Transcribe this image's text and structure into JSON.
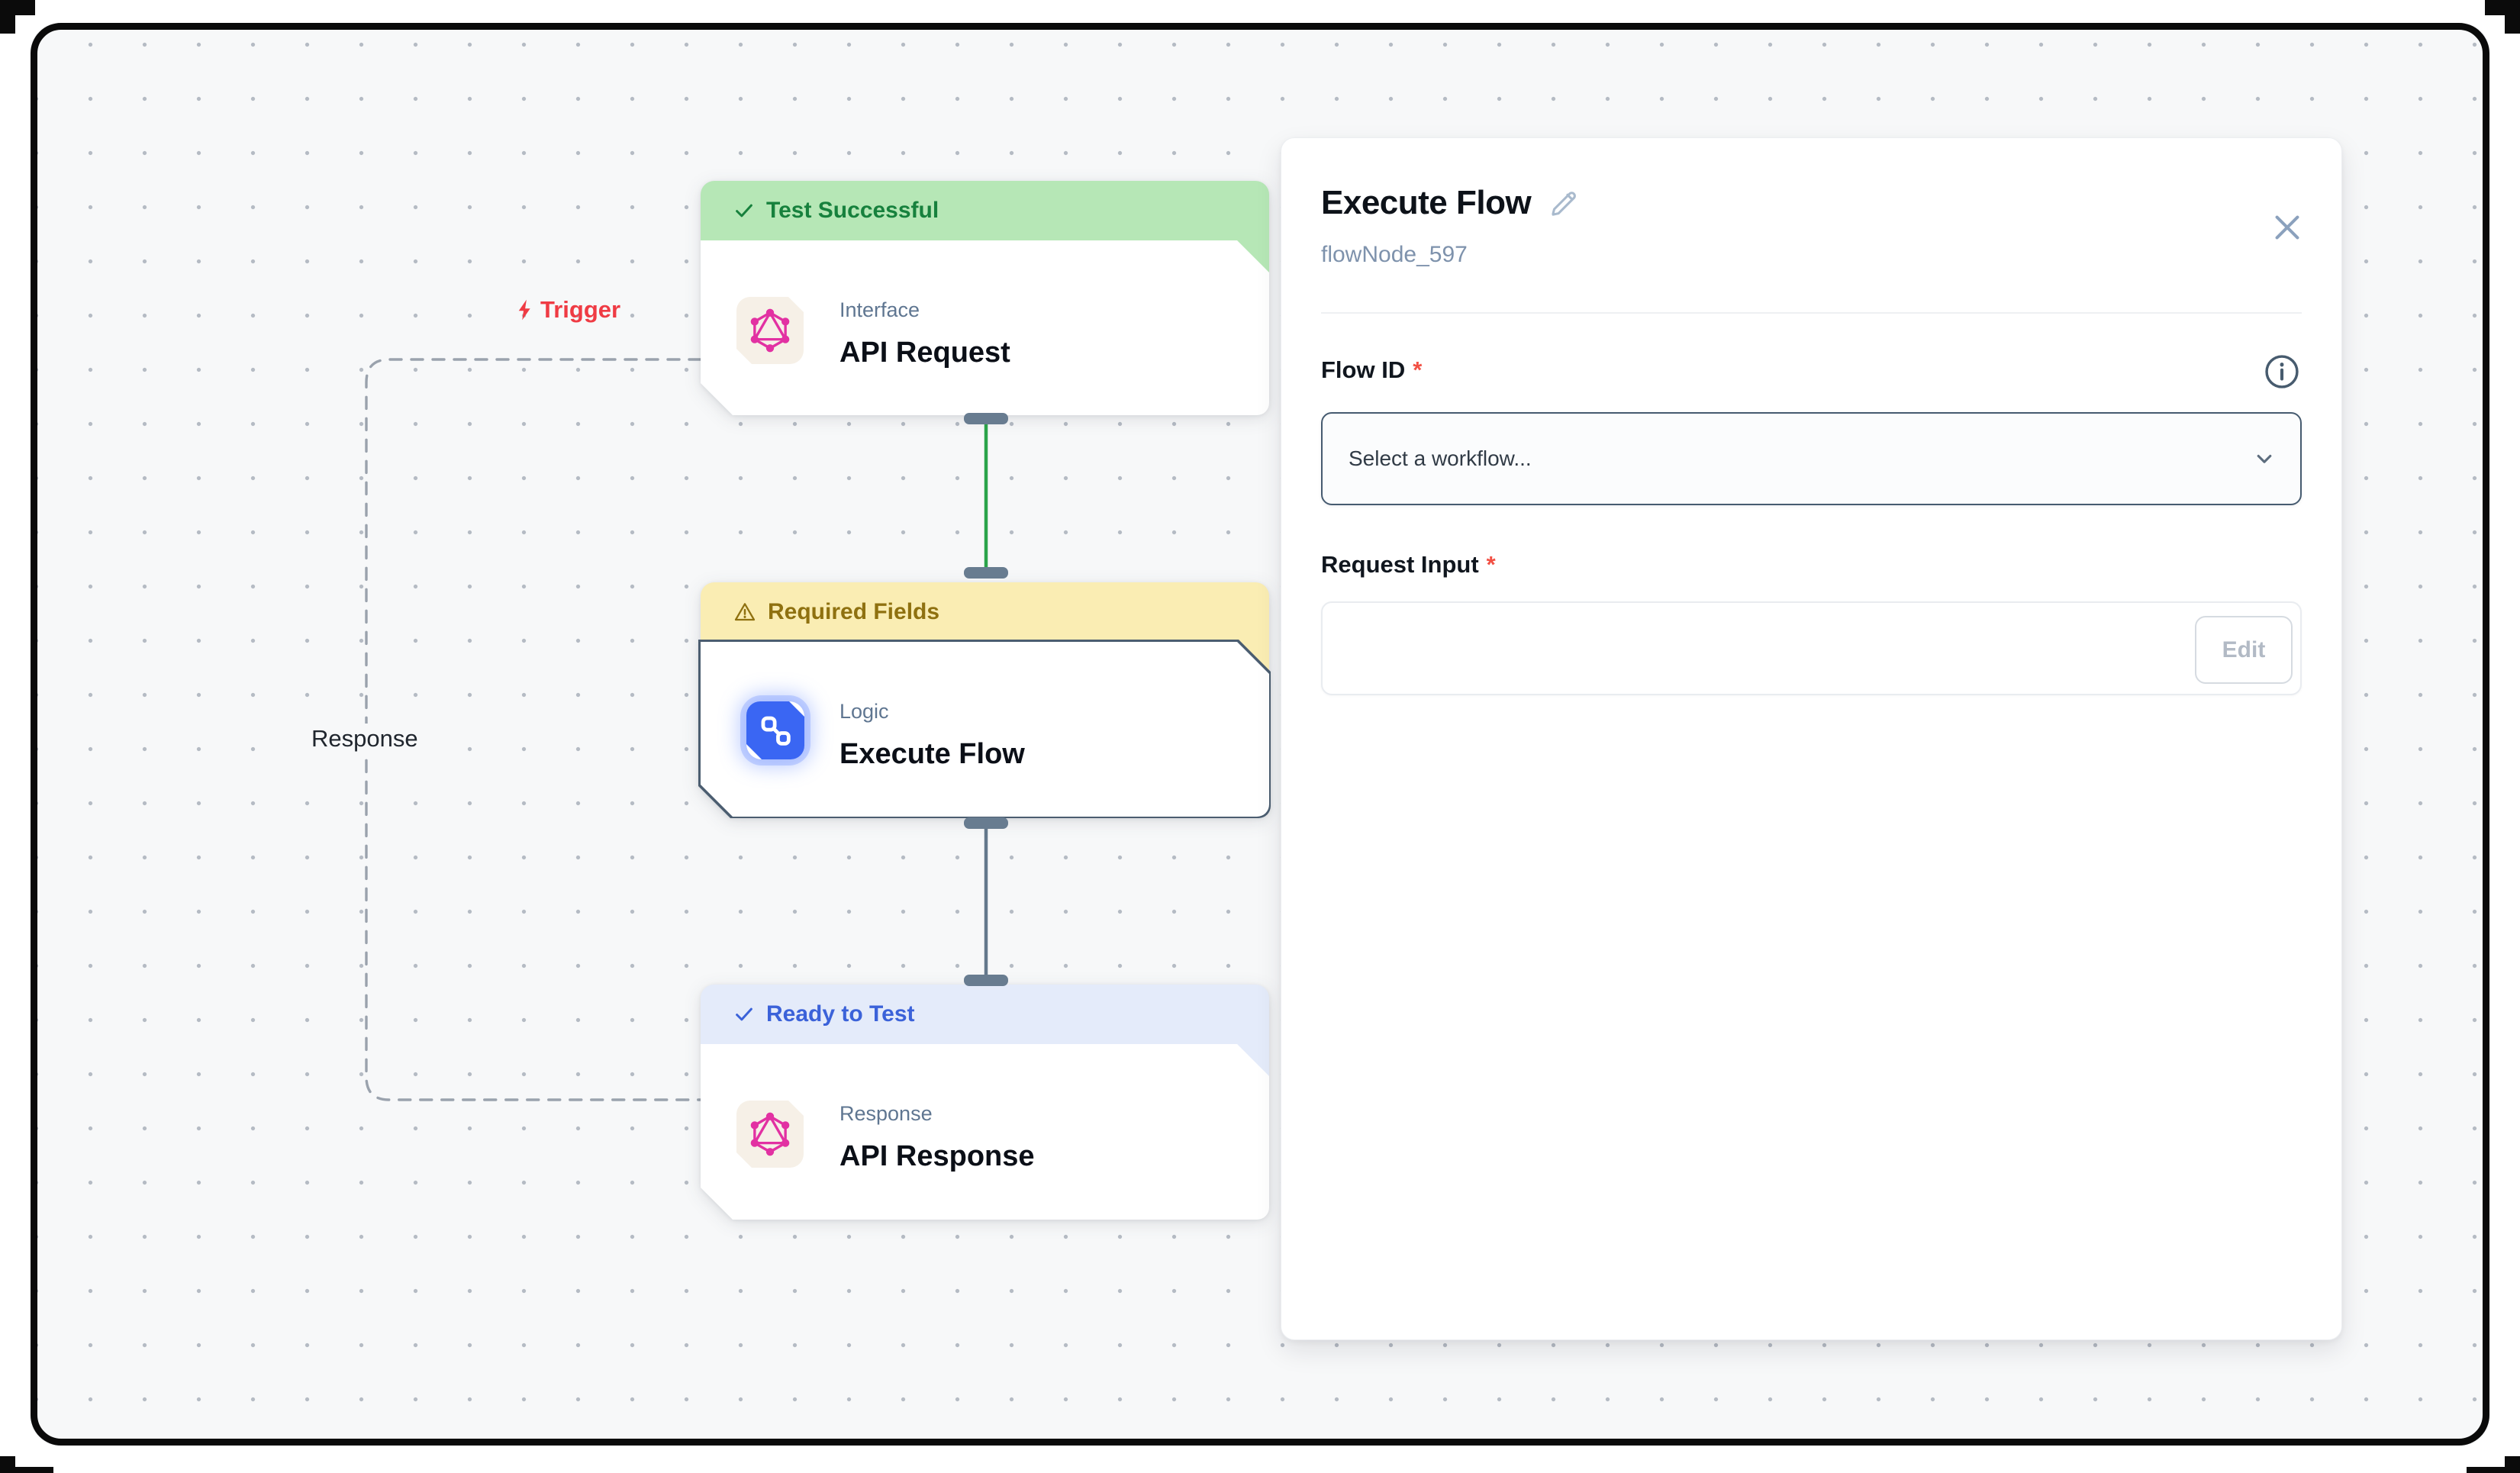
{
  "canvas": {
    "nodes": [
      {
        "status": "Test Successful",
        "category": "Interface",
        "name": "API Request",
        "icon": "graphql-icon"
      },
      {
        "status": "Required Fields",
        "category": "Logic",
        "name": "Execute Flow",
        "icon": "workflow-icon"
      },
      {
        "status": "Ready to Test",
        "category": "Response",
        "name": "API Response",
        "icon": "graphql-icon"
      }
    ],
    "edge_labels": {
      "trigger": "Trigger",
      "response": "Response"
    }
  },
  "panel": {
    "title": "Execute Flow",
    "node_id": "flowNode_597",
    "flow_id": {
      "label": "Flow ID",
      "required_mark": "*",
      "placeholder": "Select a workflow..."
    },
    "request_input": {
      "label": "Request Input",
      "required_mark": "*",
      "edit_label": "Edit"
    }
  },
  "colors": {
    "status_success_bg": "#b6e7b6",
    "status_success_text": "#17813d",
    "status_warning_bg": "#faedb3",
    "status_warning_text": "#8f7110",
    "status_ready_bg": "#e4ebfa",
    "status_ready_text": "#3b62d9",
    "trigger_red": "#ef3b44",
    "required_red": "#f25044",
    "edge_green": "#2ba44a",
    "edge_gray": "#64788c",
    "handle_slate": "#687c90",
    "graphql_pink": "#e231a2",
    "logic_blue": "#3a66f3",
    "canvas_bg": "#f7f8f9",
    "selected_border": "#4b5d70"
  }
}
